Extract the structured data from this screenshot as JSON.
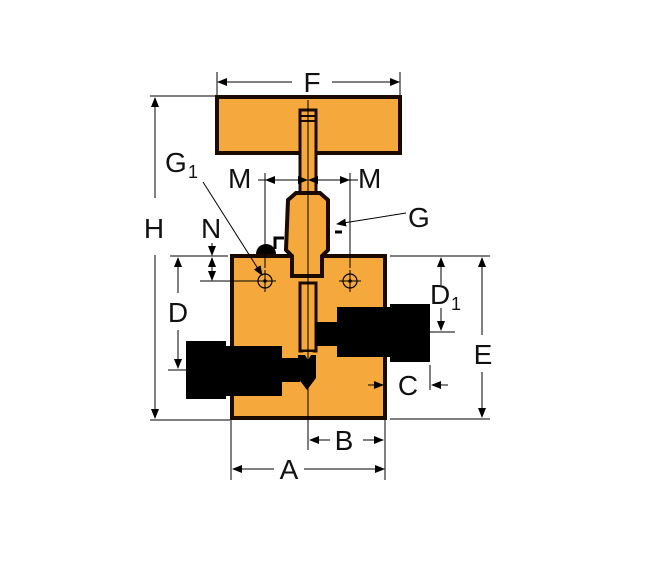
{
  "diagram": {
    "title": "Needle valve dimension drawing",
    "colors": {
      "body": "#F5A93C",
      "outline": "#1a0a00",
      "ports": "#000000",
      "dim_line": "#000000"
    },
    "labels": {
      "F": "F",
      "G1_main": "G",
      "G1_sub": "1",
      "M_left": "M",
      "M_right": "M",
      "G": "G",
      "H": "H",
      "N": "N",
      "D": "D",
      "D1_main": "D",
      "D1_sub": "1",
      "E": "E",
      "C": "C",
      "B": "B",
      "A": "A"
    },
    "components": [
      "handle",
      "stem",
      "bonnet",
      "body",
      "inlet-port",
      "outlet-port",
      "mounting-holes",
      "lock-screw"
    ]
  }
}
